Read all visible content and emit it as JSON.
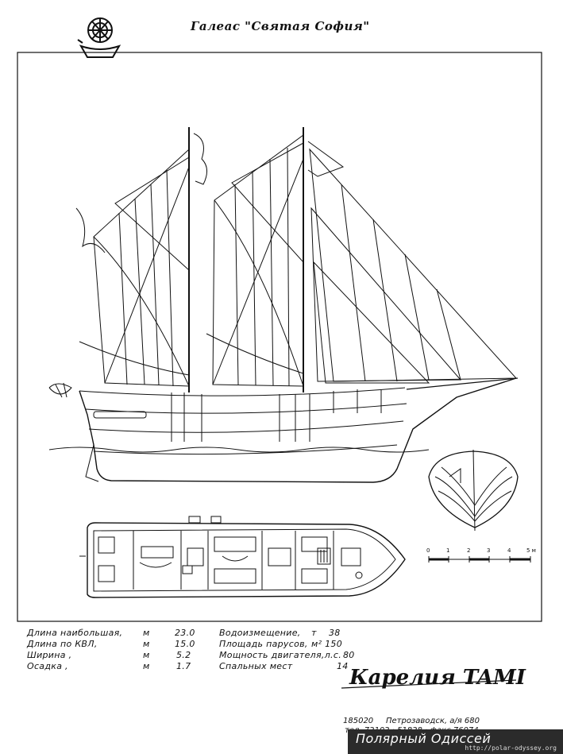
{
  "title": "Галеас \"Святая София\"",
  "specs_left": [
    {
      "label": "Длина наибольшая,",
      "unit": "м",
      "value": "23.0"
    },
    {
      "label": "Длина по КВЛ,",
      "unit": "м",
      "value": "15.0"
    },
    {
      "label": "Ширина ,",
      "unit": "м",
      "value": "5.2"
    },
    {
      "label": "Осадка ,",
      "unit": "м",
      "value": "1.7"
    }
  ],
  "specs_right": [
    {
      "label": "Водоизмещение,",
      "unit": "т",
      "value": "38"
    },
    {
      "label": "Площадь парусов,",
      "unit": "м² 150",
      "value": ""
    },
    {
      "label": "Мощность двигателя,л.с.",
      "unit": "",
      "value": "80"
    },
    {
      "label": "Спальных мест",
      "unit": "",
      "value": "14"
    }
  ],
  "scale": {
    "ticks": [
      "0",
      "1",
      "2",
      "3",
      "4",
      "5 м"
    ]
  },
  "footer": {
    "code": "185020",
    "address": "Петрозаводск, а/я 680",
    "phone": "тел. 72102 · 51828 · факс 76074"
  },
  "signature": "Карелия TAMI",
  "watermark": {
    "name": "Полярный Одиссей",
    "url": "http://polar-odyssey.org"
  },
  "colors": {
    "ink": "#111111",
    "paper": "#ffffff",
    "watermark_bg": "#2b2b2b"
  }
}
